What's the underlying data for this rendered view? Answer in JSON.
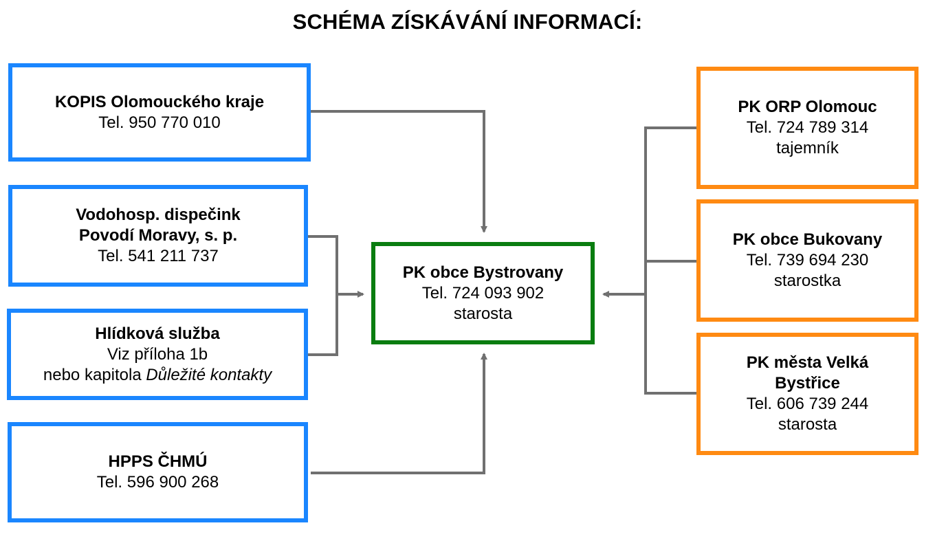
{
  "title": "SCHÉMA ZÍSKÁVÁNÍ INFORMACÍ:",
  "colors": {
    "source_border": "#1a86ff",
    "center_border": "#0a7d10",
    "target_border": "#ff8a12",
    "connector": "#707070"
  },
  "center": {
    "name": "PK obce Bystrovany",
    "phone": "Tel. 724 093 902",
    "role": "starosta"
  },
  "sources": [
    {
      "name": "KOPIS Olomouckého kraje",
      "phone": "Tel. 950 770 010"
    },
    {
      "name_line1": "Vodohosp. dispečink",
      "name_line2": "Povodí Moravy, s. p.",
      "phone": "Tel. 541 211 737"
    },
    {
      "name": "Hlídková služba",
      "note_line1": "Viz příloha 1b",
      "note_prefix": "nebo kapitola ",
      "note_emphasis": "Důležité kontakty"
    },
    {
      "name": "HPPS ČHMÚ",
      "phone": "Tel. 596 900 268"
    }
  ],
  "contacts": [
    {
      "name": "PK ORP Olomouc",
      "phone": "Tel. 724 789 314",
      "role": "tajemník"
    },
    {
      "name": "PK obce Bukovany",
      "phone": "Tel. 739 694 230",
      "role": "starostka"
    },
    {
      "name_line1": "PK města Velká",
      "name_line2": "Bystřice",
      "phone": "Tel. 606 739 244",
      "role": "starosta"
    }
  ]
}
